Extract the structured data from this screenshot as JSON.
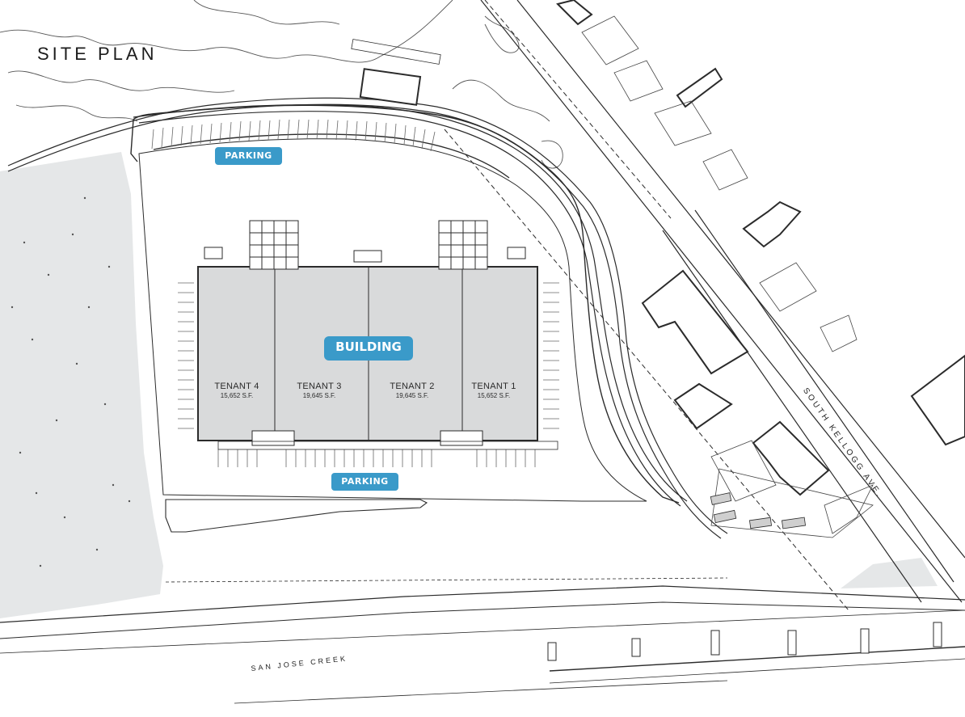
{
  "title": "SITE PLAN",
  "parking_top": "PARKING",
  "parking_bottom": "PARKING",
  "building": {
    "label": "BUILDING",
    "sub": ""
  },
  "tenants": [
    {
      "name": "TENANT 4",
      "sf": "15,652 S.F."
    },
    {
      "name": "TENANT 3",
      "sf": "19,645 S.F."
    },
    {
      "name": "TENANT 2",
      "sf": "19,645 S.F."
    },
    {
      "name": "TENANT 1",
      "sf": "15,652 S.F."
    }
  ],
  "street": "SOUTH KELLOGG AVE.",
  "creek": "SAN JOSE CREEK",
  "colors": {
    "accent": "#3a9ac9",
    "building_fill": "#d9dadb",
    "landscape": "#e5e7e8",
    "line": "#2b2b2b"
  }
}
